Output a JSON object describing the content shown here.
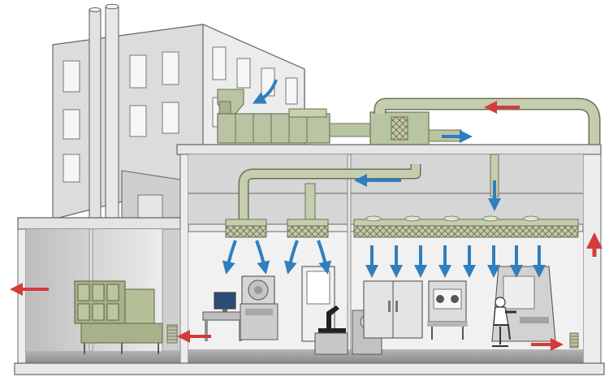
{
  "colors": {
    "background": "#ffffff",
    "building_wall": "#d9d9d9",
    "building_wall_light": "#ececec",
    "window": "#f4f4f4",
    "outline": "#555555",
    "duct": "#b9c4a3",
    "duct_dark": "#93a07c",
    "filter_grid": "#6f6a55",
    "floor": "#9a9a9a",
    "floor_dark": "#7e7e7e",
    "interior_wall": "#efefef",
    "equipment": "#cfcfcf",
    "equipment_dark": "#a9a9a9",
    "machine_green": "#a7b28a",
    "clean_air_arrow": "#2f7fbf",
    "exhaust_arrow": "#d63b3b",
    "person": "#ffffff"
  },
  "icons": {
    "clean_air": "down-arrow-blue",
    "supply_flow": "right-arrow-blue",
    "exhaust_flow": "red-arrow",
    "filters": "hepa-filter-grid"
  }
}
